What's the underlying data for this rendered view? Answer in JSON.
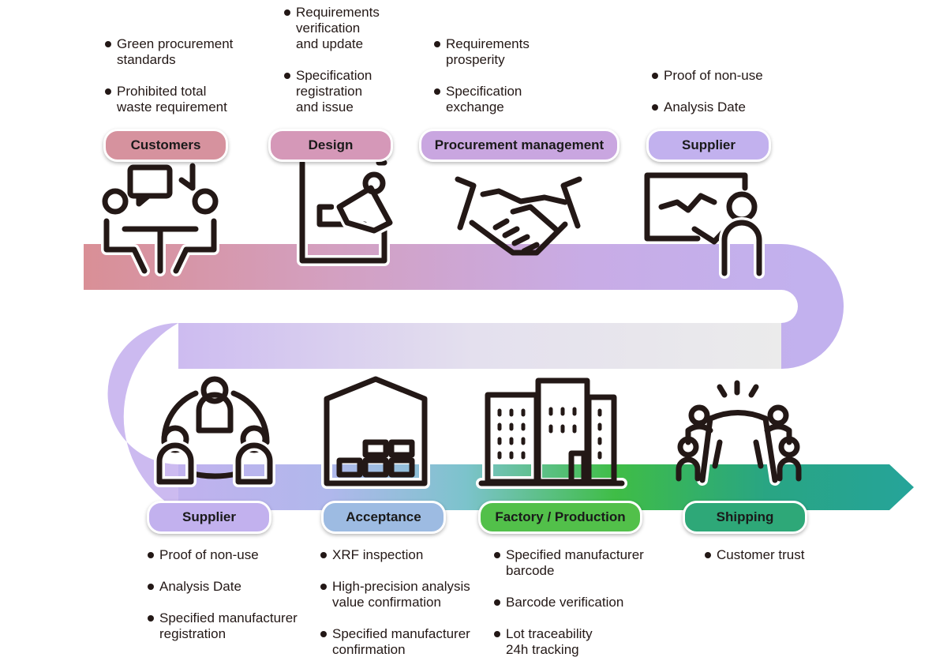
{
  "colors": {
    "customers": "#d6929e",
    "design": "#d598b8",
    "procurement": "#c9a6e0",
    "supplier": "#c2b1ee",
    "acceptance": "#9dbbe2",
    "factory": "#52c04a",
    "shipping": "#2ea878",
    "icon_stroke": "#231816"
  },
  "stages": [
    {
      "id": "customers",
      "label": "Customers",
      "items": [
        "Green procurement\nstandards",
        "Prohibited total\nwaste requirement"
      ]
    },
    {
      "id": "design",
      "label": "Design",
      "items": [
        "Requirements\nverification\nand update",
        "Specification\nregistration\nand issue"
      ]
    },
    {
      "id": "procurement",
      "label": "Procurement management",
      "items": [
        "Requirements\nprosperity",
        "Specification\nexchange"
      ]
    },
    {
      "id": "supplier_top",
      "label": "Supplier",
      "items": [
        "Proof of non-use",
        "Analysis Date"
      ]
    },
    {
      "id": "supplier_bottom",
      "label": "Supplier",
      "items": [
        "Proof of non-use",
        "Analysis Date",
        "Specified manufacturer\nregistration"
      ]
    },
    {
      "id": "acceptance",
      "label": "Acceptance",
      "items": [
        "XRF inspection",
        "High-precision analysis\nvalue confirmation",
        "Specified manufacturer\nconfirmation"
      ]
    },
    {
      "id": "factory",
      "label": "Factory / Production",
      "items": [
        "Specified manufacturer\nbarcode",
        "Barcode verification",
        "Lot traceability\n24h tracking"
      ]
    },
    {
      "id": "shipping",
      "label": "Shipping",
      "items": [
        "Customer trust"
      ]
    }
  ],
  "icons": [
    "customers-meeting-icon",
    "design-stamp-icon",
    "handshake-icon",
    "presentation-icon",
    "supplier-team-icon",
    "warehouse-icon",
    "factory-building-icon",
    "celebration-icon"
  ]
}
